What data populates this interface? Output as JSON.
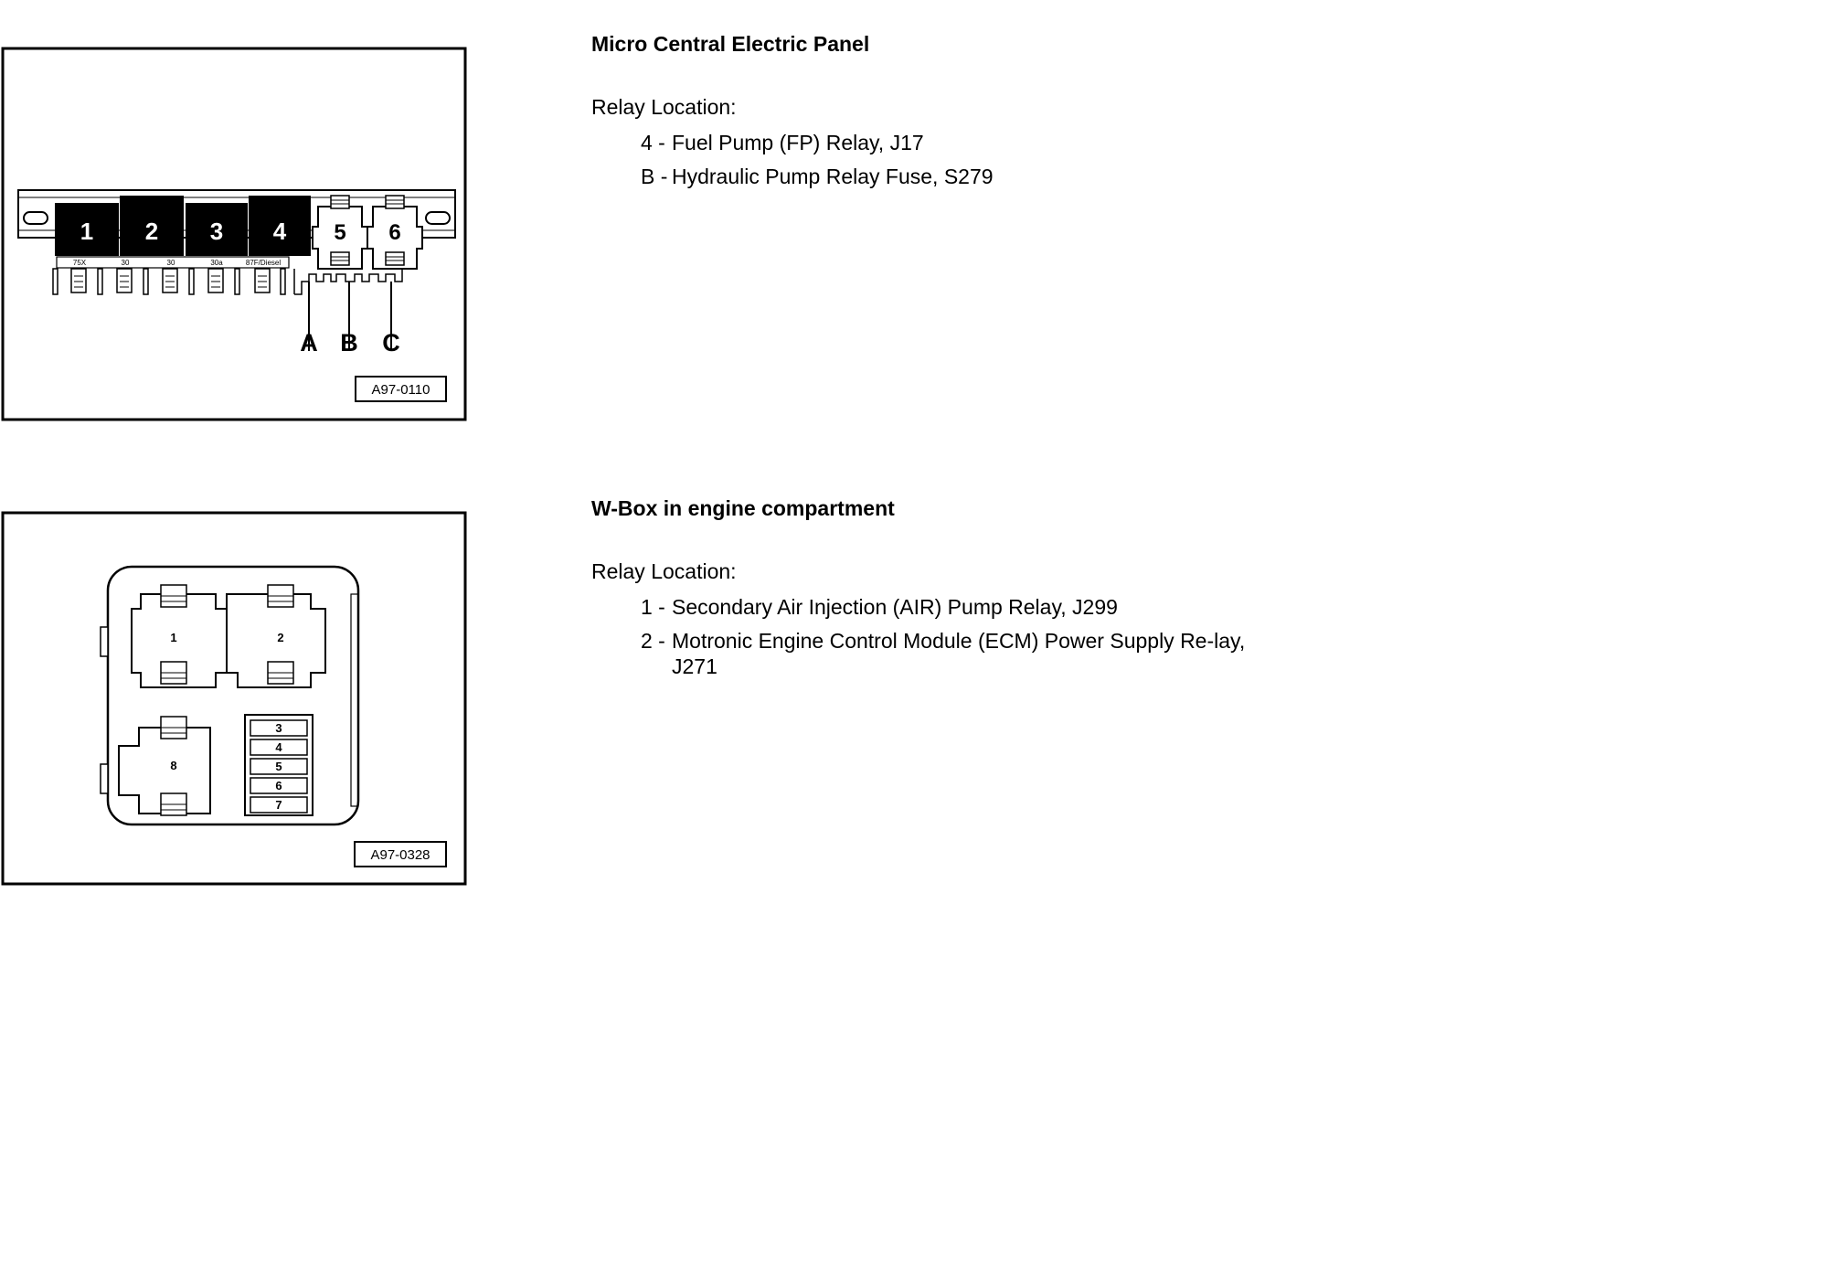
{
  "micro_panel": {
    "heading": "Micro Central Electric Panel",
    "relay_location_label": "Relay Location:",
    "items": [
      {
        "num": "4 -",
        "text": "Fuel Pump (FP) Relay, J17"
      },
      {
        "num": "B -",
        "text": "Hydraulic Pump Relay Fuse, S279"
      }
    ],
    "figure": {
      "relays": [
        {
          "label": "1",
          "terminal": "75X"
        },
        {
          "label": "2",
          "terminal": "30"
        },
        {
          "label": "3",
          "terminal": "30"
        },
        {
          "label": "4",
          "terminal": "30a"
        }
      ],
      "extra_terminal": "87F/Diesel",
      "fuse_holders": [
        "5",
        "6"
      ],
      "fuse_letters": [
        "A",
        "B",
        "C"
      ],
      "figure_id": "A97-0110"
    }
  },
  "wbox": {
    "heading": "W-Box in engine compartment",
    "relay_location_label": "Relay Location:",
    "items": [
      {
        "num": "1 -",
        "text": "Secondary Air Injection (AIR) Pump Relay, J299"
      },
      {
        "num": "2 -",
        "text": "Motronic Engine Control Module (ECM) Power Supply Re-lay, J271"
      }
    ],
    "figure": {
      "relays": [
        "1",
        "2",
        "8"
      ],
      "fuses": [
        "3",
        "4",
        "5",
        "6",
        "7"
      ],
      "figure_id": "A97-0328"
    }
  }
}
